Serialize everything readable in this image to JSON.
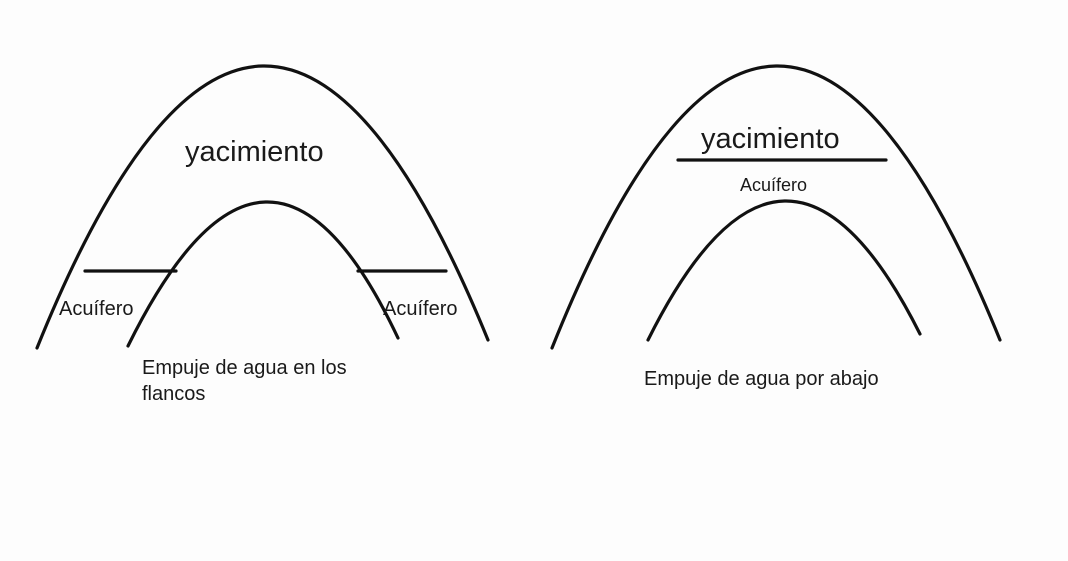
{
  "diagrams": [
    {
      "reservoir_label": "yacimiento",
      "aquifer_left_label": "Acuífero",
      "aquifer_right_label": "Acuífero",
      "caption_line1": "Empuje de agua en los",
      "caption_line2": "flancos"
    },
    {
      "reservoir_label": "yacimiento",
      "aquifer_label": "Acuífero",
      "caption": "Empuje de agua por abajo"
    }
  ],
  "colors": {
    "stroke": "#111111",
    "background": "#fdfdfd"
  }
}
